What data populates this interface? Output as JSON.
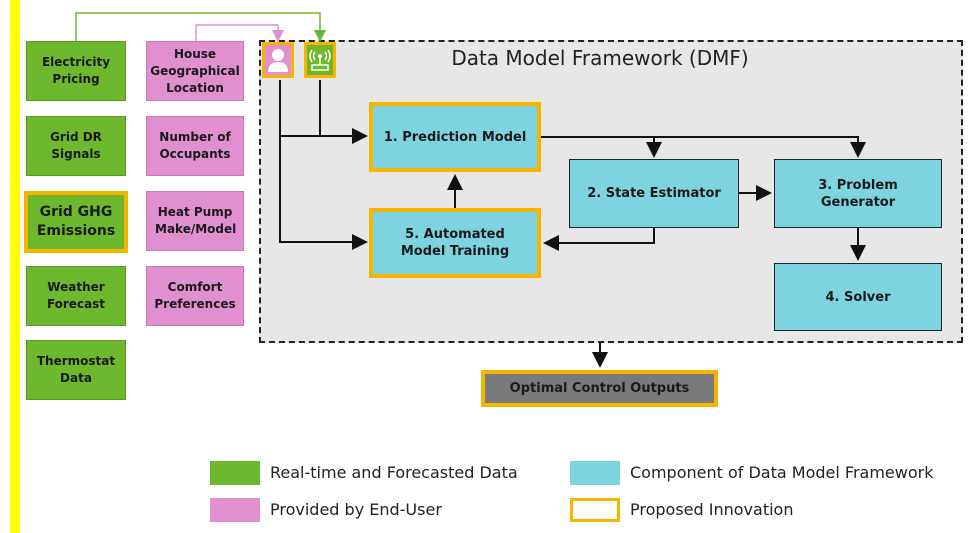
{
  "colors": {
    "realtime": "#6eb82e",
    "end_user": "#e08fd0",
    "dmf_component": "#7ed3e0",
    "innovation": "#f7b500",
    "sidebar_bar": "#ffff00"
  },
  "realtime_inputs": [
    "Electricity Pricing",
    "Grid DR Signals",
    "Grid GHG Emissions",
    "Weather Forecast",
    "Thermostat Data"
  ],
  "user_inputs": [
    "House Geographical Location",
    "Number of Occupants",
    "Heat Pump Make/Model",
    "Comfort Preferences"
  ],
  "icons": {
    "user": "user-icon",
    "sensor": "wireless-sensor-icon"
  },
  "dmf": {
    "title": "Data Model Framework (DMF)",
    "prediction": "1. Prediction Model",
    "state": "2. State Estimator",
    "problem": "3. Problem Generator",
    "solver": "4. Solver",
    "training": "5. Automated Model Training"
  },
  "output": "Optimal Control Outputs",
  "legend": {
    "realtime": "Real-time and Forecasted Data",
    "user": "Provided by End-User",
    "component": "Component of Data Model Framework",
    "innovation": "Proposed Innovation"
  }
}
